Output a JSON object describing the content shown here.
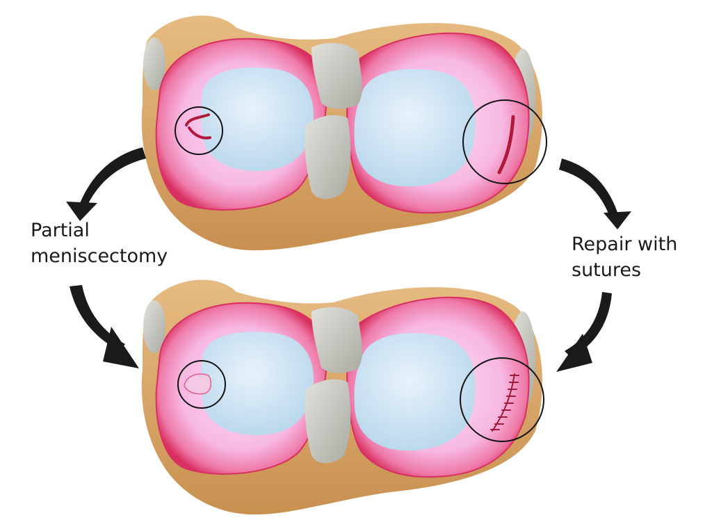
{
  "labels": {
    "left": "Partial\nmeniscectomy",
    "right": "Repair with\nsutures"
  },
  "colors": {
    "meniscus_pink": "#f7b8e2",
    "meniscus_rim": "#e0406e",
    "tibia_tan": "#d9a86c",
    "cartilage_blue": "#cfe4f2",
    "ligament_gray": "#c8c8c0",
    "arrow": "#1a1a1a",
    "text": "#1a1a1a",
    "tear": "#b0183c",
    "suture": "#a01a3a"
  },
  "icons": {
    "arrow_left_top": "curved-arrow-down-left",
    "arrow_left_bottom": "curved-arrow-down-right",
    "arrow_right_top": "curved-arrow-down-right",
    "arrow_right_bottom": "curved-arrow-down-left"
  }
}
